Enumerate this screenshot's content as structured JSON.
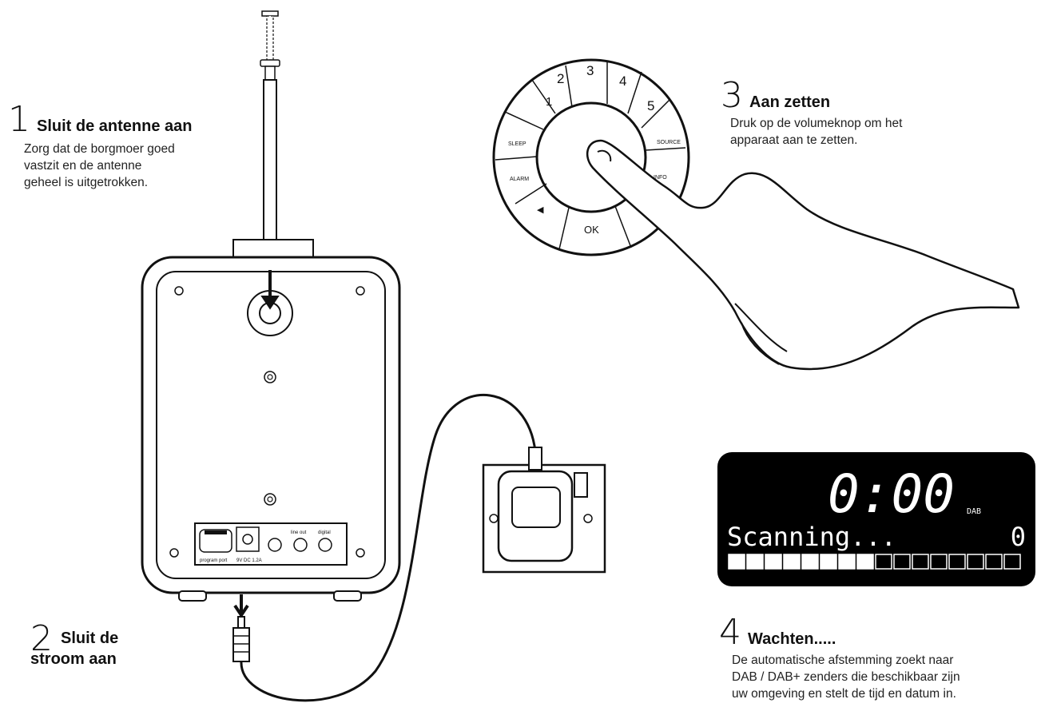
{
  "steps": [
    {
      "number": "1",
      "title": "Sluit de antenne aan",
      "lines": [
        "Zorg dat de borgmoer goed",
        "vastzit en de antenne",
        "geheel is uitgetrokken."
      ]
    },
    {
      "number": "2",
      "title_lines": [
        "Sluit de",
        "stroom aan"
      ]
    },
    {
      "number": "3",
      "title": "Aan zetten",
      "lines": [
        "Druk op de volumeknop om het",
        "apparaat aan te zetten."
      ]
    },
    {
      "number": "4",
      "title": "Wachten.....",
      "lines": [
        "De automatische afstemming zoekt naar",
        "DAB / DAB+ zenders die beschikbaar zijn",
        "uw omgeving en stelt de tijd en datum in."
      ]
    }
  ],
  "dial": {
    "buttons": [
      "1",
      "2",
      "3",
      "4",
      "5",
      "SOURCE",
      "INFO",
      "OK",
      "◀",
      "ALARM",
      "SLEEP"
    ]
  },
  "display": {
    "time": "0:00",
    "band": "DAB",
    "status": "Scanning...",
    "count": "0",
    "progress_filled": 8,
    "progress_total": 16
  },
  "radio_panel": {
    "port_labels": [
      "program port",
      "9V DC 1.2A",
      "line out",
      "digital"
    ]
  }
}
